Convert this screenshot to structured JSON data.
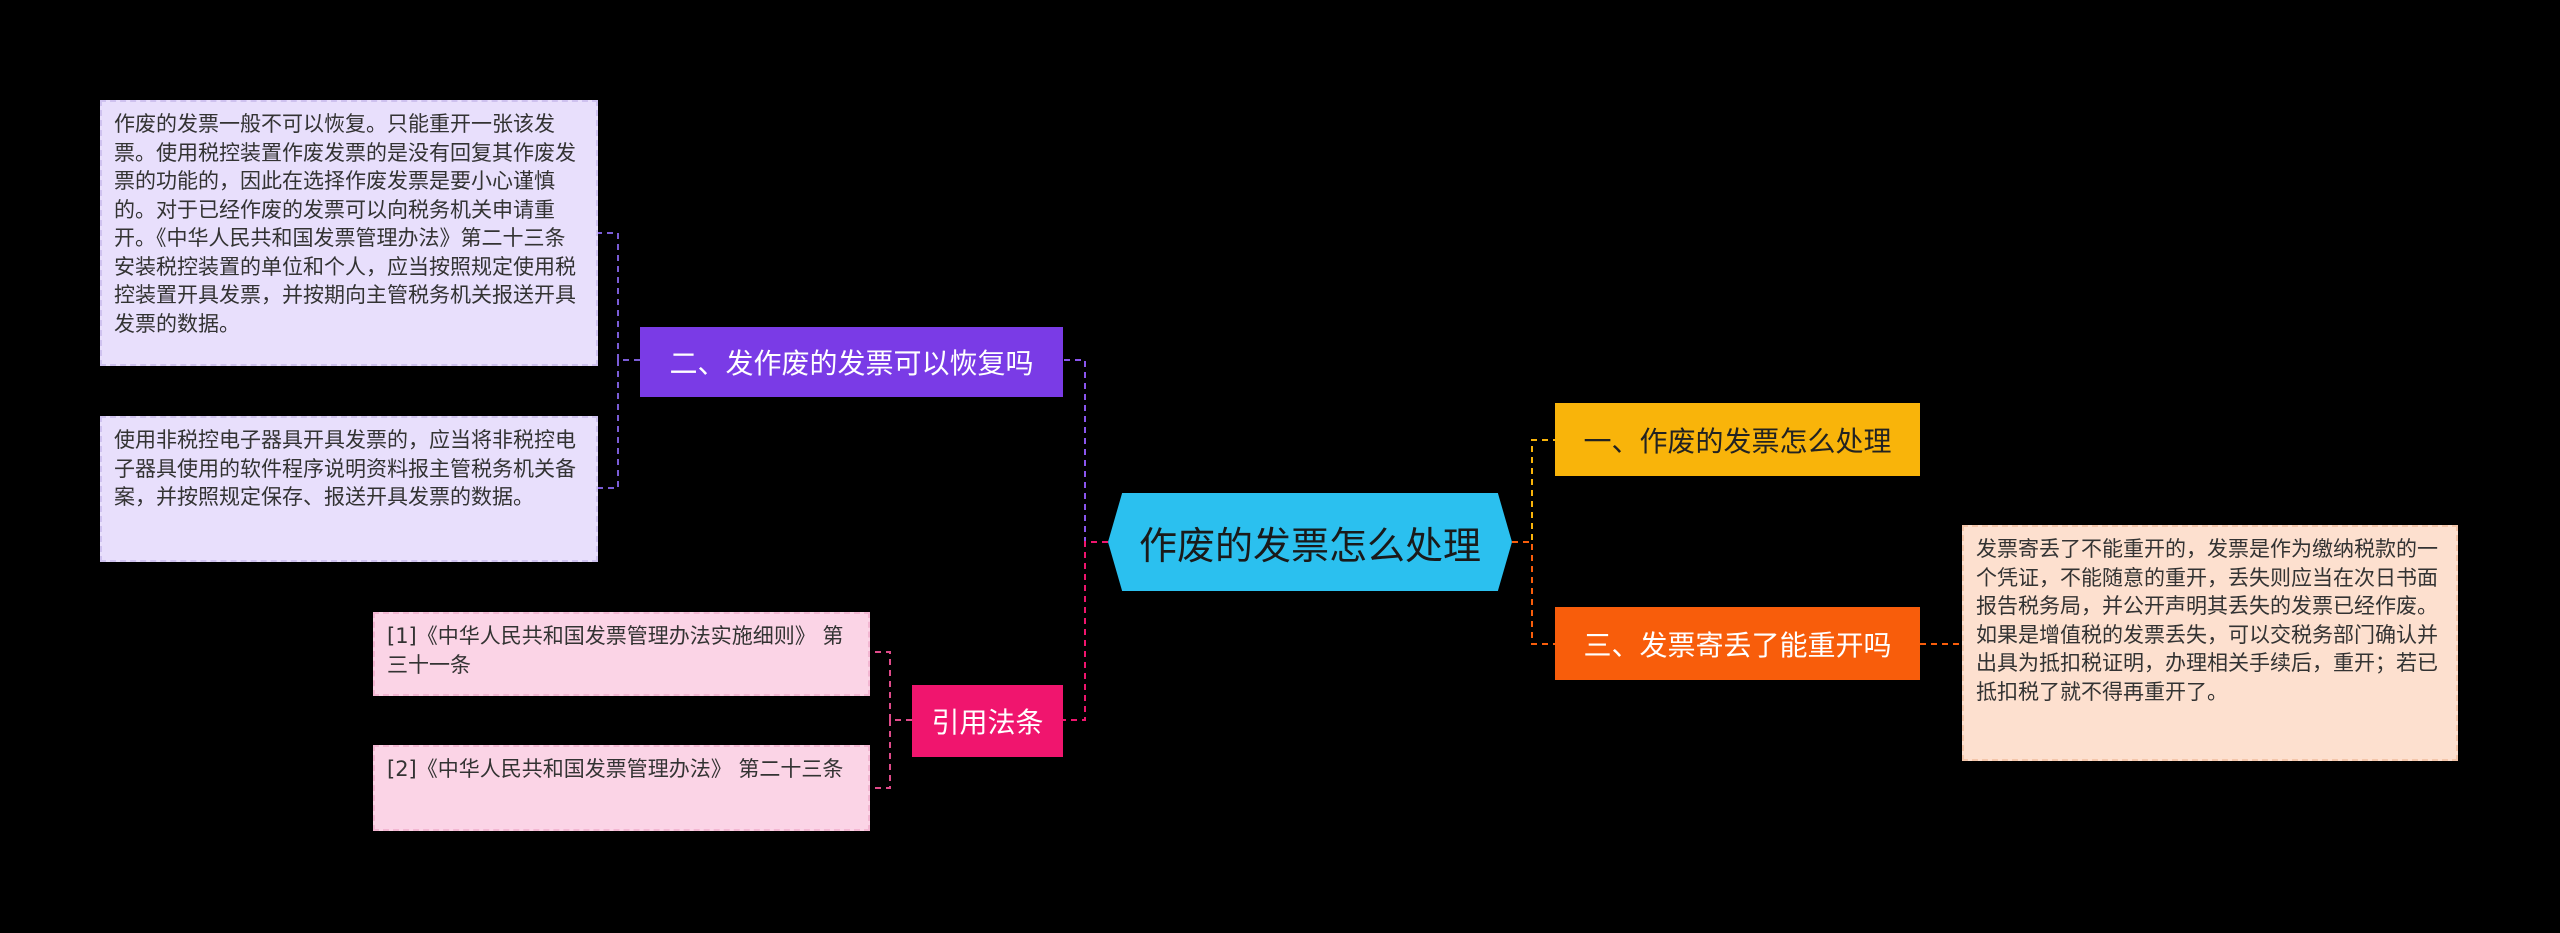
{
  "center": {
    "title": "作废的发票怎么处理"
  },
  "branches": {
    "b1": {
      "label": "一、作废的发票怎么处理"
    },
    "b2": {
      "label": "二、发作废的发票可以恢复吗"
    },
    "b3": {
      "label": "三、发票寄丢了能重开吗"
    },
    "b4": {
      "label": "引用法条"
    }
  },
  "leaves": {
    "b2_1": "作废的发票一般不可以恢复。只能重开一张该发票。使用税控装置作废发票的是没有回复其作废发票的功能的，因此在选择作废发票是要小心谨慎的。对于已经作废的发票可以向税务机关申请重开。《中华人民共和国发票管理办法》第二十三条安装税控装置的单位和个人，应当按照规定使用税控装置开具发票，并按期向主管税务机关报送开具发票的数据。",
    "b2_2": "使用非税控电子器具开具发票的，应当将非税控电子器具使用的软件程序说明资料报主管税务机关备案，并按照规定保存、报送开具发票的数据。",
    "b3_1": "发票寄丢了不能重开的，发票是作为缴纳税款的一个凭证，不能随意的重开，丢失则应当在次日书面报告税务局，并公开声明其丢失的发票已经作废。如果是增值税的发票丢失，可以交税务部门确认并出具为抵扣税证明，办理相关手续后，重开；若已抵扣税了就不得再重开了。",
    "b4_1": "[1]《中华人民共和国发票管理办法实施细则》 第三十一条",
    "b4_2": "[2]《中华人民共和国发票管理办法》 第二十三条"
  },
  "colors": {
    "center": "#2bc0ef",
    "branch1": "#f9b40a",
    "branch2": "#7a3be6",
    "branch3": "#f85d0b",
    "branch4": "#f0156e"
  }
}
